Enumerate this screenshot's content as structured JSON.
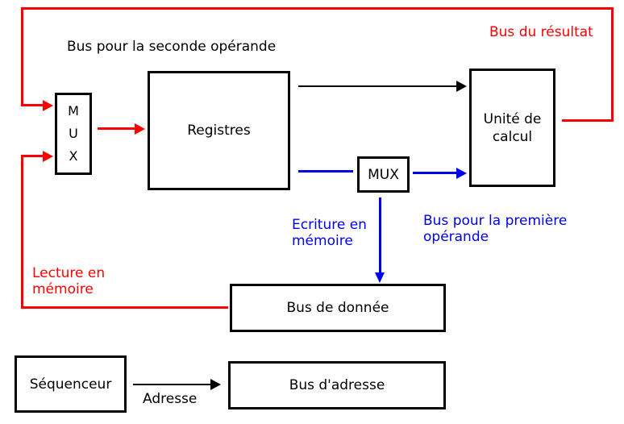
{
  "colors": {
    "red": "#fb0000",
    "blue": "#0000e8",
    "black": "#000000"
  },
  "boxes": {
    "mux_left": {
      "label": "M\nU\nX"
    },
    "registres": {
      "label": "Registres"
    },
    "unite": {
      "label": "Unité de\ncalcul"
    },
    "mux_center": {
      "label": "MUX"
    },
    "bus_donnee": {
      "label": "Bus de donnée"
    },
    "sequenceur": {
      "label": "Séquenceur"
    },
    "bus_adresse": {
      "label": "Bus d'adresse"
    }
  },
  "labels": {
    "seconde_operande": "Bus pour la seconde opérande",
    "bus_resultat": "Bus du résultat",
    "ecriture_memoire": "Ecriture en\nmémoire",
    "premiere_operande": "Bus pour la première\nopérande",
    "lecture_memoire": "Lecture en\nmémoire",
    "adresse": "Adresse"
  }
}
